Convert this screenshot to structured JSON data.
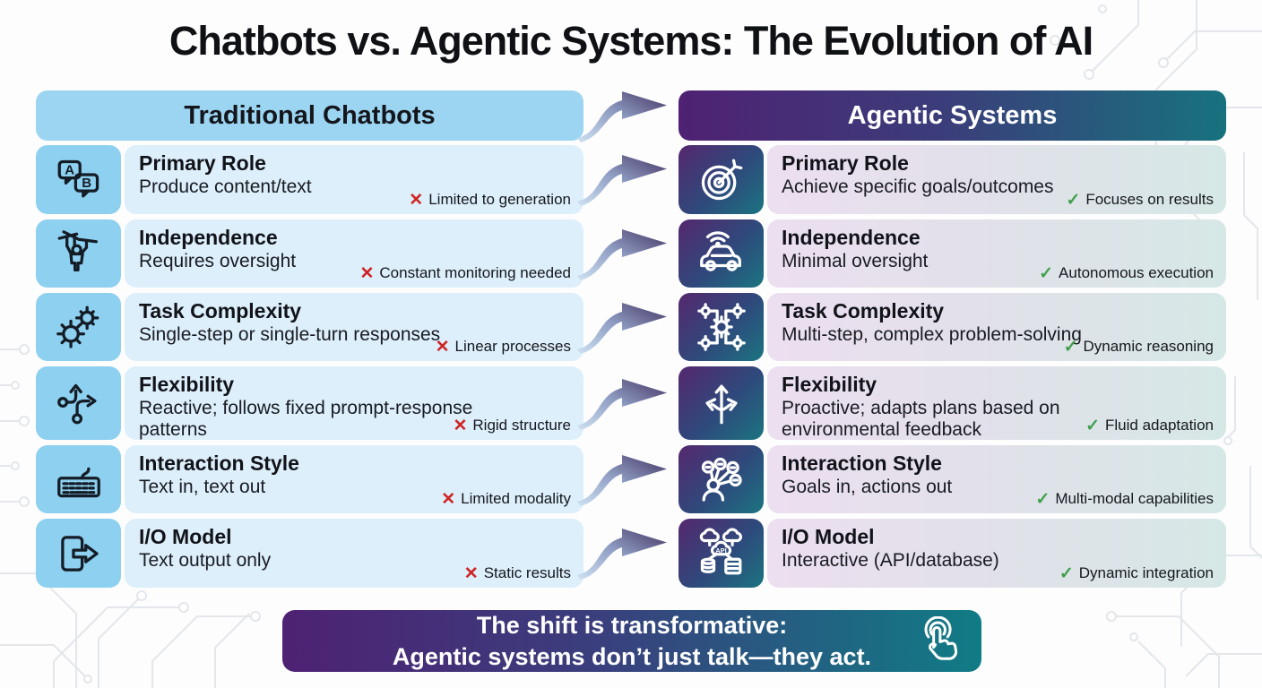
{
  "title": "Chatbots vs. Agentic Systems: The Evolution of AI",
  "symbols": {
    "cross": "✕",
    "check": "✓"
  },
  "colors": {
    "chatbot_header": "#9bd5f2",
    "chatbot_tile": "#8dd0ef",
    "chatbot_row": "#ddeffb",
    "agentic_gradient_start": "#4f2173",
    "agentic_gradient_end": "#17727e",
    "cross_red": "#ce2424",
    "check_green": "#3fa04a"
  },
  "left_column": {
    "header": "Traditional Chatbots",
    "rows": [
      {
        "icon": "chat-bubbles-icon",
        "title": "Primary Role",
        "description": "Produce content/text",
        "note": "Limited to generation"
      },
      {
        "icon": "puppet-icon",
        "title": "Independence",
        "description": "Requires oversight",
        "note": "Constant monitoring needed"
      },
      {
        "icon": "gears-icon",
        "title": "Task Complexity",
        "description": "Single-step or single-turn responses",
        "note": "Linear processes"
      },
      {
        "icon": "branching-path-icon",
        "title": "Flexibility",
        "description": "Reactive; follows fixed prompt-response patterns",
        "note": "Rigid structure"
      },
      {
        "icon": "keyboard-icon",
        "title": "Interaction Style",
        "description": "Text in, text out",
        "note": "Limited modality"
      },
      {
        "icon": "output-arrow-icon",
        "title": "I/O Model",
        "description": "Text output only",
        "note": "Static results"
      }
    ]
  },
  "right_column": {
    "header": "Agentic Systems",
    "rows": [
      {
        "icon": "target-icon",
        "title": "Primary Role",
        "description": "Achieve specific goals/outcomes",
        "note": "Focuses on results"
      },
      {
        "icon": "autonomous-car-icon",
        "title": "Independence",
        "description": "Minimal oversight",
        "note": "Autonomous execution"
      },
      {
        "icon": "gear-network-icon",
        "title": "Task Complexity",
        "description": "Multi-step, complex problem-solving",
        "note": "Dynamic reasoning"
      },
      {
        "icon": "three-way-arrows-icon",
        "title": "Flexibility",
        "description": "Proactive; adapts plans based on environmental feedback",
        "note": "Fluid adaptation"
      },
      {
        "icon": "person-ideas-icon",
        "title": "Interaction Style",
        "description": "Goals in, actions out",
        "note": "Multi-modal capabilities"
      },
      {
        "icon": "cloud-api-database-icon",
        "title": "I/O Model",
        "description": "Interactive (API/database)",
        "note": "Dynamic integration"
      }
    ]
  },
  "banner": {
    "line1": "The shift is transformative:",
    "line2": "Agentic systems don’t just talk—they act."
  }
}
